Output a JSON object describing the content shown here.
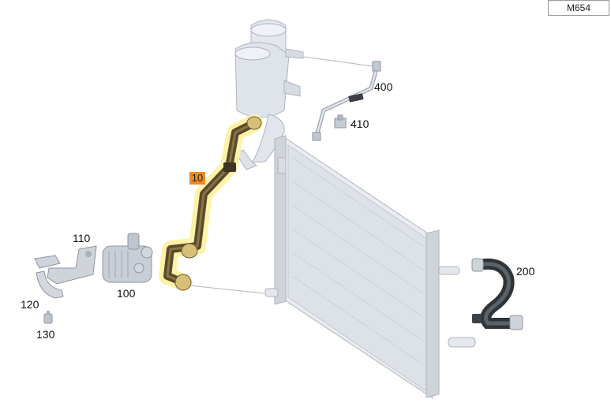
{
  "diagram": {
    "code": "M654",
    "highlighted_part": "10",
    "part_labels": [
      "400",
      "410",
      "110",
      "200",
      "120",
      "100",
      "130"
    ],
    "colors": {
      "highlight": "#f08a24",
      "hose_glow": "#fff2a8",
      "hose": "#5a4a2c",
      "part_gray": "#c9ced6",
      "line": "#b5b5b5"
    }
  }
}
